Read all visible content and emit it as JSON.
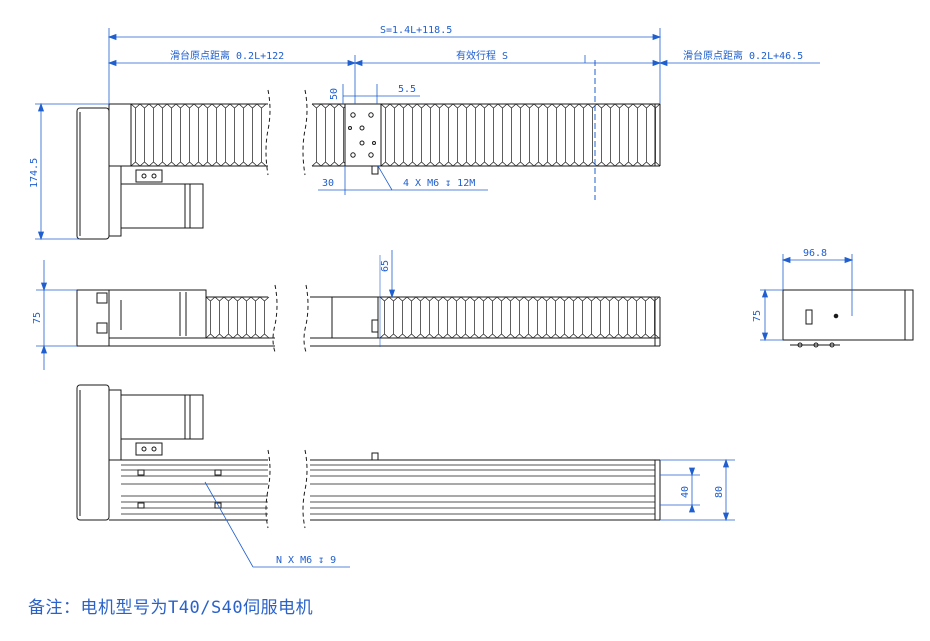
{
  "dimensions": {
    "total_length": "S=1.4L+118.5",
    "origin_left": "滑台原点距离 0.2L+122",
    "stroke": "有效行程 S",
    "origin_right": "滑台原点距离 0.2L+46.5",
    "height_174_5": "174.5",
    "slot_50": "50",
    "offset_5_5": "5.5",
    "width_30": "30",
    "holes_top": "4 X M6 ↧ 12M",
    "height_75_side": "75",
    "height_65": "65",
    "end_width_96_8": "96.8",
    "end_height_75": "75",
    "h40": "40",
    "h80": "80",
    "holes_bottom": "N X M6 ↧ 9"
  },
  "note": "备注：电机型号为T40/S40伺服电机",
  "colors": {
    "line": "#1a1a1a",
    "dimension": "#1f5fcf",
    "centerline": "#1f5fcf"
  }
}
